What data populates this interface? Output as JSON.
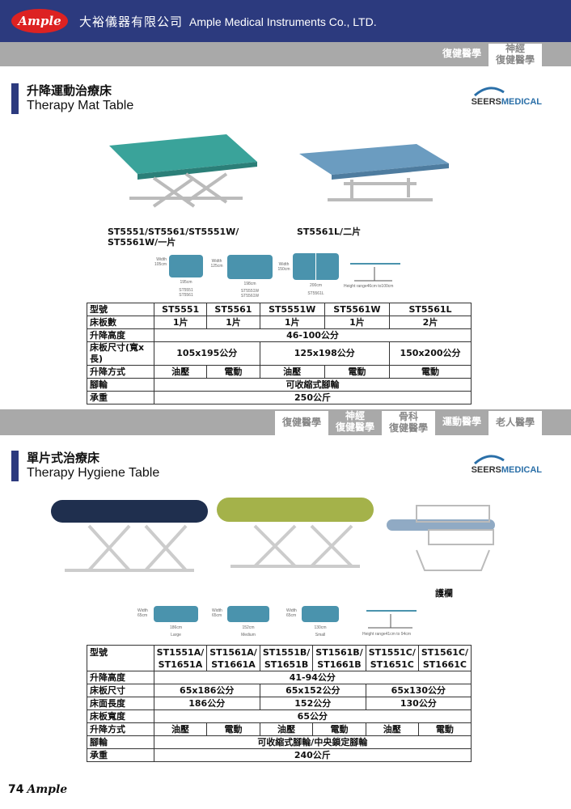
{
  "header": {
    "logo": "Ample",
    "company_zh": "大裕儀器有限公司",
    "company_en": "Ample Medical Instruments Co., LTD."
  },
  "nav1": [
    {
      "label": "復健醫學"
    },
    {
      "label": "神經\n復健醫學"
    }
  ],
  "nav2": [
    {
      "label": "復健醫學"
    },
    {
      "label": "神經\n復健醫學"
    },
    {
      "label": "骨科\n復健醫學"
    },
    {
      "label": "運動醫學"
    },
    {
      "label": "老人醫學"
    }
  ],
  "brand": {
    "seers_a": "SEERS",
    "seers_b": "MEDICAL"
  },
  "section1": {
    "title_zh": "升降運動治療床",
    "title_en": "Therapy Mat Table",
    "caption1": "ST5551/ST5561/ST5551W/\nST5561W/一片",
    "caption2": "ST5561L/二片",
    "diagrams": [
      {
        "width": "Width\n105cm",
        "length": "195cm",
        "models": "ST5551\nST5561"
      },
      {
        "width": "Width\n125cm",
        "length": "198cm",
        "models": "ST5551W\nST5561W"
      },
      {
        "width": "Width\n150cm",
        "length": "200cm",
        "models": "ST5561L"
      }
    ],
    "height_range": "Height range46cm to100cm",
    "table": {
      "r0": [
        "型號",
        "ST5551",
        "ST5561",
        "ST5551W",
        "ST5561W",
        "ST5561L"
      ],
      "r1": [
        "床板數",
        "1片",
        "1片",
        "1片",
        "1片",
        "2片"
      ],
      "r2": [
        "升降高度",
        "46-100公分"
      ],
      "r3": [
        "床板尺寸(寬x長)",
        "105x195公分",
        "125x198公分",
        "150x200公分"
      ],
      "r4": [
        "升降方式",
        "油壓",
        "電動",
        "油壓",
        "電動",
        "電動"
      ],
      "r5": [
        "腳輪",
        "可收縮式腳輪"
      ],
      "r6": [
        "承重",
        "250公斤"
      ]
    }
  },
  "section2": {
    "title_zh": "單片式治療床",
    "title_en": "Therapy Hygiene Table",
    "caption_rail": "護欄",
    "diagrams": [
      {
        "width": "Width\n65cm",
        "length": "186cm",
        "size": "Large"
      },
      {
        "width": "Width\n65cm",
        "length": "152cm",
        "size": "Medium"
      },
      {
        "width": "Width\n65cm",
        "length": "130cm",
        "size": "Small"
      }
    ],
    "height_range": "Height range41cm to 94cm",
    "table": {
      "r0": [
        "型號",
        "ST1551A/\nST1651A",
        "ST1561A/\nST1661A",
        "ST1551B/\nST1651B",
        "ST1561B/\nST1661B",
        "ST1551C/\nST1651C",
        "ST1561C/\nST1661C"
      ],
      "r1": [
        "升降高度",
        "41-94公分"
      ],
      "r2": [
        "床板尺寸",
        "65x186公分",
        "65x152公分",
        "65x130公分"
      ],
      "r3": [
        "床面長度",
        "186公分",
        "152公分",
        "130公分"
      ],
      "r4": [
        "床板寬度",
        "65公分"
      ],
      "r5": [
        "升降方式",
        "油壓",
        "電動",
        "油壓",
        "電動",
        "油壓",
        "電動"
      ],
      "r6": [
        "腳輪",
        "可收縮式腳輪/中央鎖定腳輪"
      ],
      "r7": [
        "承重",
        "240公斤"
      ]
    }
  },
  "footer": {
    "page": "74",
    "brand": "Ample"
  }
}
